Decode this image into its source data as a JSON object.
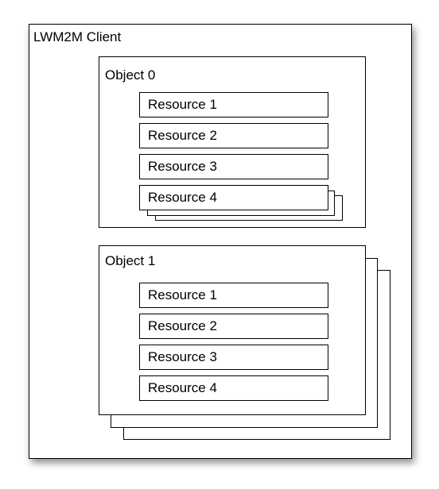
{
  "client": {
    "label": "LWM2M Client"
  },
  "objects": [
    {
      "label": "Object 0",
      "resources": [
        "Resource 1",
        "Resource 2",
        "Resource 3",
        "Resource 4"
      ],
      "multi_instance": false,
      "last_resource_multi_instance": true
    },
    {
      "label": "Object 1",
      "resources": [
        "Resource 1",
        "Resource 2",
        "Resource 3",
        "Resource 4"
      ],
      "multi_instance": true,
      "last_resource_multi_instance": false
    }
  ],
  "colors": {
    "stroke": "#000000",
    "fill": "#ffffff"
  }
}
